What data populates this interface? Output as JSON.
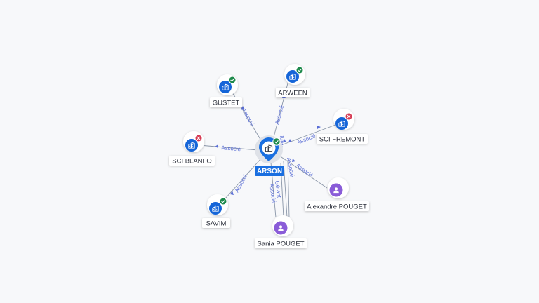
{
  "colors": {
    "company": "#1565d8",
    "person": "#8a5cd8",
    "valid": "#1e8a4c",
    "invalid": "#d63a53",
    "edge": "#8a96a8",
    "edge_label": "#5b6fd6",
    "center_label_bg": "#1a6fe0"
  },
  "center": {
    "label": "ARSON",
    "icon": "building-icon",
    "status": "valid"
  },
  "nodes": [
    {
      "id": "gustet",
      "label": "GUSTET",
      "type": "company",
      "icon": "building-icon",
      "status": "valid"
    },
    {
      "id": "arween",
      "label": "ARWEEN",
      "type": "company",
      "icon": "building-icon",
      "status": "valid"
    },
    {
      "id": "sci-fremont",
      "label": "SCI FREMONT",
      "type": "company",
      "icon": "building-icon",
      "status": "invalid"
    },
    {
      "id": "sci-blanfo",
      "label": "SCI BLANFO",
      "type": "company",
      "icon": "building-icon",
      "status": "invalid"
    },
    {
      "id": "alexandre-pouget",
      "label": "Alexandre POUGET",
      "type": "person",
      "icon": "person-icon"
    },
    {
      "id": "savim",
      "label": "SAVIM",
      "type": "company",
      "icon": "building-icon",
      "status": "valid"
    },
    {
      "id": "sania-pouget",
      "label": "Sania POUGET",
      "type": "person",
      "icon": "person-icon"
    }
  ],
  "edges": [
    {
      "id": "e-gustet",
      "label": "Associé"
    },
    {
      "id": "e-arween",
      "label": "Associé"
    },
    {
      "id": "e-fremont",
      "label": "Associé"
    },
    {
      "id": "e-blanfo",
      "label": "Associé"
    },
    {
      "id": "e-alexandre",
      "label": "Associé"
    },
    {
      "id": "e-savim",
      "label": "Associé"
    },
    {
      "id": "e-sania-1",
      "label": "Gérant"
    },
    {
      "id": "e-sania-2",
      "label": "Associé"
    },
    {
      "id": "e-sania-3",
      "label": "Gérant"
    },
    {
      "id": "e-sania-4",
      "label": "Associé"
    }
  ]
}
